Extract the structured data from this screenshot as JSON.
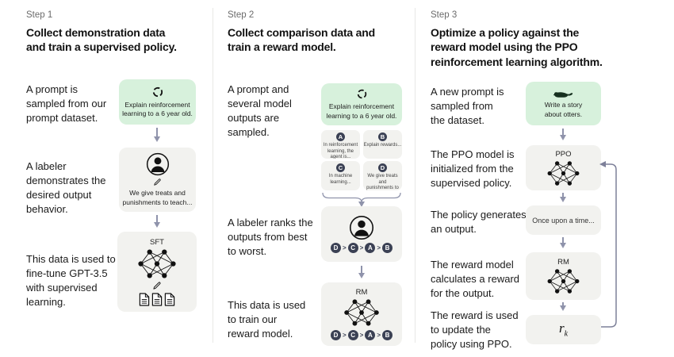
{
  "colors": {
    "background": "#ffffff",
    "green_box": "#d7f1dc",
    "gray_box": "#f2f2ef",
    "chip_dark": "#3b4154",
    "arrow": "#8f93ab",
    "body_text": "#1a1a1a",
    "step_label": "#6b6b6b"
  },
  "symbols": {
    "rank_separator": ">"
  },
  "columns": [
    {
      "step": "Step 1",
      "title": "Collect demonstration data\nand train a supervised policy.",
      "captions": {
        "prompt": "A prompt is\nsampled from our\nprompt dataset.",
        "labeler": "A labeler\ndemonstrates the\ndesired output\nbehavior.",
        "finetune": "This data is used to\nfine-tune GPT-3.5\nwith supervised\nlearning."
      },
      "prompt_box": "Explain reinforcement\nlearning to a 6 year old.",
      "labeler_box": "We give treats and\npunishments to teach...",
      "model_label": "SFT"
    },
    {
      "step": "Step 2",
      "title": "Collect comparison data and\ntrain a reward model.",
      "captions": {
        "sampled": "A prompt and\nseveral model\noutputs are\nsampled.",
        "ranks": "A labeler ranks the\noutputs from best\nto worst.",
        "train": "This data is used\nto train our\nreward model."
      },
      "prompt_box": "Explain reinforcement\nlearning to a 6 year old.",
      "outputs": [
        {
          "id": "A",
          "text": "In reinforcement\nlearning, the\nagent is..."
        },
        {
          "id": "B",
          "text": "Explain rewards..."
        },
        {
          "id": "C",
          "text": "In machine\nlearning..."
        },
        {
          "id": "D",
          "text": "We give treats and\npunishments to\nteach..."
        }
      ],
      "ranking": [
        "D",
        "C",
        "A",
        "B"
      ],
      "model_label": "RM"
    },
    {
      "step": "Step 3",
      "title": "Optimize a policy against the\nreward model using the PPO\nreinforcement learning algorithm.",
      "captions": {
        "new_prompt": "A new prompt is\nsampled from\nthe dataset.",
        "ppo_init": "The PPO model is\ninitialized from the\nsupervised policy.",
        "generates": "The policy generates\nan output.",
        "reward_calc": "The reward model\ncalculates a reward\nfor the output.",
        "reward_update": "The reward is used\nto update the\npolicy using PPO."
      },
      "prompt_box": "Write a story\nabout otters.",
      "ppo_label": "PPO",
      "output_box": "Once upon a time...",
      "rm_label": "RM",
      "reward_symbol": "r",
      "reward_subscript": "k"
    }
  ]
}
